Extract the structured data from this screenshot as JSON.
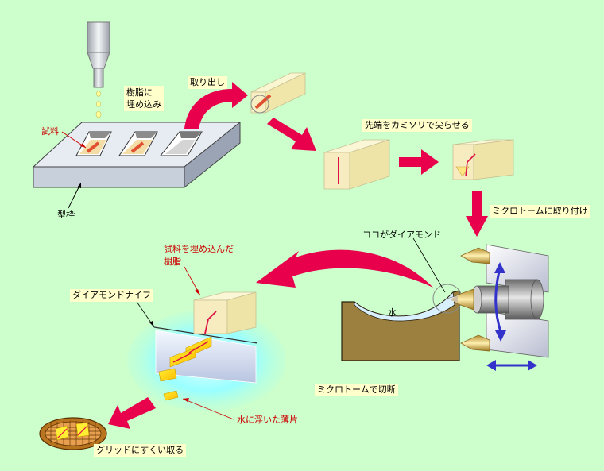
{
  "labels": {
    "embed_resin": [
      "樹脂に",
      "埋め込み"
    ],
    "sample": "試料",
    "mold": "型枠",
    "take_out": "取り出し",
    "trim_tip": "先端をカミソリで尖らせる",
    "attach_microtome": "ミクロトームに取り付け",
    "here_is_diamond": "ココがダイアモンド",
    "water": "水",
    "sectioning": "ミクロトームで切断",
    "diamond_knife": "ダイアモンドナイフ",
    "embedded_resin": [
      "試料を埋め込んだ",
      "樹脂"
    ],
    "floating_sections": "水に浮いた薄片",
    "scoop_grid": "グリッドにすくい取る"
  },
  "colors": {
    "background": "#ccffcc",
    "arrow": "#e8004c",
    "resin_block": "#f5eeb0",
    "sample_red": "#cc0000",
    "label_box": "#ffffcc",
    "motion_arrow": "#3333cc"
  }
}
